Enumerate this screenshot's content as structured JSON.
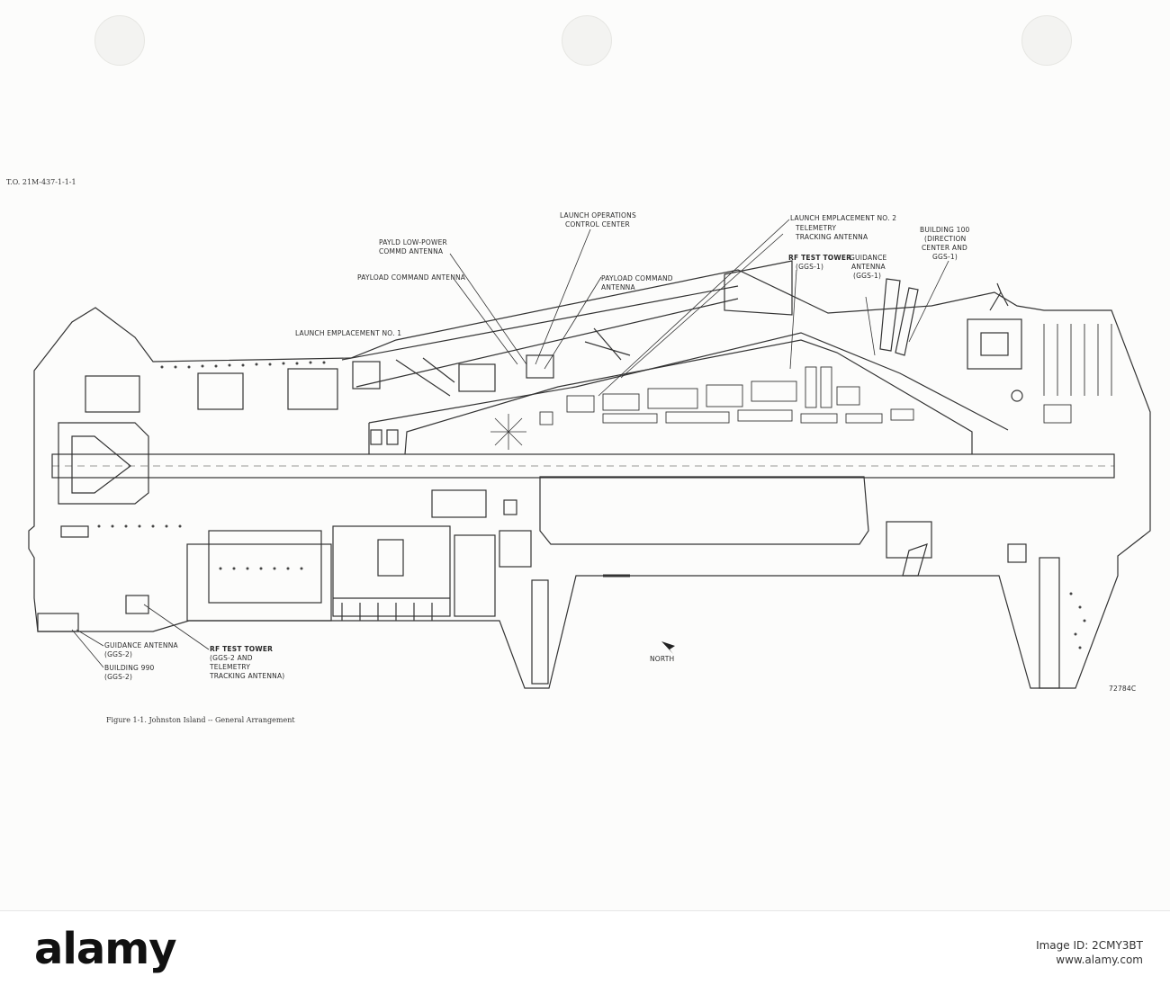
{
  "document": {
    "tech_order": "T.O. 21M-437-1-1-1",
    "figure_caption": "Figure 1-1.  Johnston Island -- General Arrangement",
    "drawing_number": "72784C"
  },
  "map_labels": {
    "launch_ops": [
      "LAUNCH OPERATIONS",
      "CONTROL CENTER"
    ],
    "payld_low_power": [
      "PAYLD LOW-POWER",
      "COMMD ANTENNA"
    ],
    "payld_command_antenna_left": "PAYLOAD COMMAND ANTENNA",
    "payload_command_antenna_right": [
      "PAYLOAD COMMAND",
      "ANTENNA"
    ],
    "launch_emplacement_1": "LAUNCH EMPLACEMENT NO. 1",
    "launch_emplacement_2": "LAUNCH EMPLACEMENT NO. 2",
    "telemetry_tracking": [
      "TELEMETRY",
      "TRACKING ANTENNA"
    ],
    "rf_test_tower_1": [
      "RF TEST TOWER",
      "(GGS-1)"
    ],
    "guidance_antenna_1": [
      "GUIDANCE",
      "ANTENNA",
      "(GGS-1)"
    ],
    "building_100": [
      "BUILDING 100",
      "(DIRECTION",
      "CENTER AND",
      "GGS-1)"
    ],
    "guidance_antenna_2": [
      "GUIDANCE ANTENNA",
      "(GGS-2)"
    ],
    "building_990": [
      "BUILDING 990",
      "(GGS-2)"
    ],
    "rf_test_tower_2": [
      "RF TEST TOWER",
      "(GGS-2 AND",
      "TELEMETRY",
      "TRACKING ANTENNA)"
    ],
    "north": "NORTH"
  },
  "watermark": {
    "brand": "alamy",
    "image_id": "Image ID: 2CMY3BT",
    "site": "www.alamy.com"
  },
  "colors": {
    "ink": "#333333",
    "paper": "#fcfcfb"
  }
}
